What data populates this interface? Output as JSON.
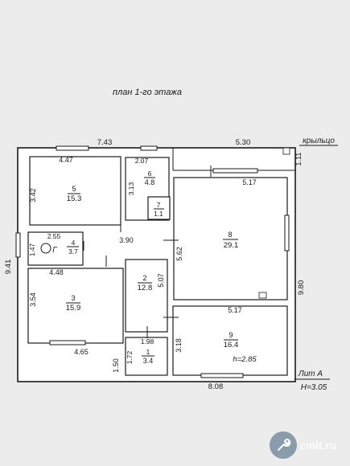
{
  "title": "план 1-го этажа",
  "porch_label": "крыльцо",
  "building": {
    "liter": "Лит А",
    "height": "H=3.05"
  },
  "dimensions": {
    "top_left": "7.43",
    "top_right": "5.30",
    "porch_side": "1.11",
    "left_total": "9.41",
    "right_total": "9.80",
    "bottom_total": "8.08",
    "bottom_left": "1.50"
  },
  "rooms": [
    {
      "num": "5",
      "area": "15.3",
      "width": "4.47",
      "depth": "3.42"
    },
    {
      "num": "6",
      "area": "4.8",
      "width": "2.07",
      "depth": "3.13"
    },
    {
      "num": "7",
      "area": "1.1"
    },
    {
      "num": "8",
      "area": "29.1",
      "width": "5.17",
      "depth": "5.62"
    },
    {
      "num": "4",
      "area": "3.7",
      "width": "2.55",
      "depth": "1.47",
      "marker": "Г"
    },
    {
      "num": "2",
      "area": "12.8",
      "width": "3.90",
      "depth": "5.07"
    },
    {
      "num": "3",
      "area": "15.9",
      "width": "4.48",
      "depth": "3.54",
      "bottom": "4.65"
    },
    {
      "num": "9",
      "area": "16.4",
      "width": "5.17",
      "depth": "3.18",
      "ceiling": "h=2.85"
    },
    {
      "num": "1",
      "area": "3.4",
      "width": "1.98",
      "depth": "1.72"
    }
  ],
  "watermark": {
    "text": "cmlt.ru",
    "icon": "wrench-icon"
  },
  "colors": {
    "background": "#ececec",
    "lines": "#1a1a1a"
  }
}
